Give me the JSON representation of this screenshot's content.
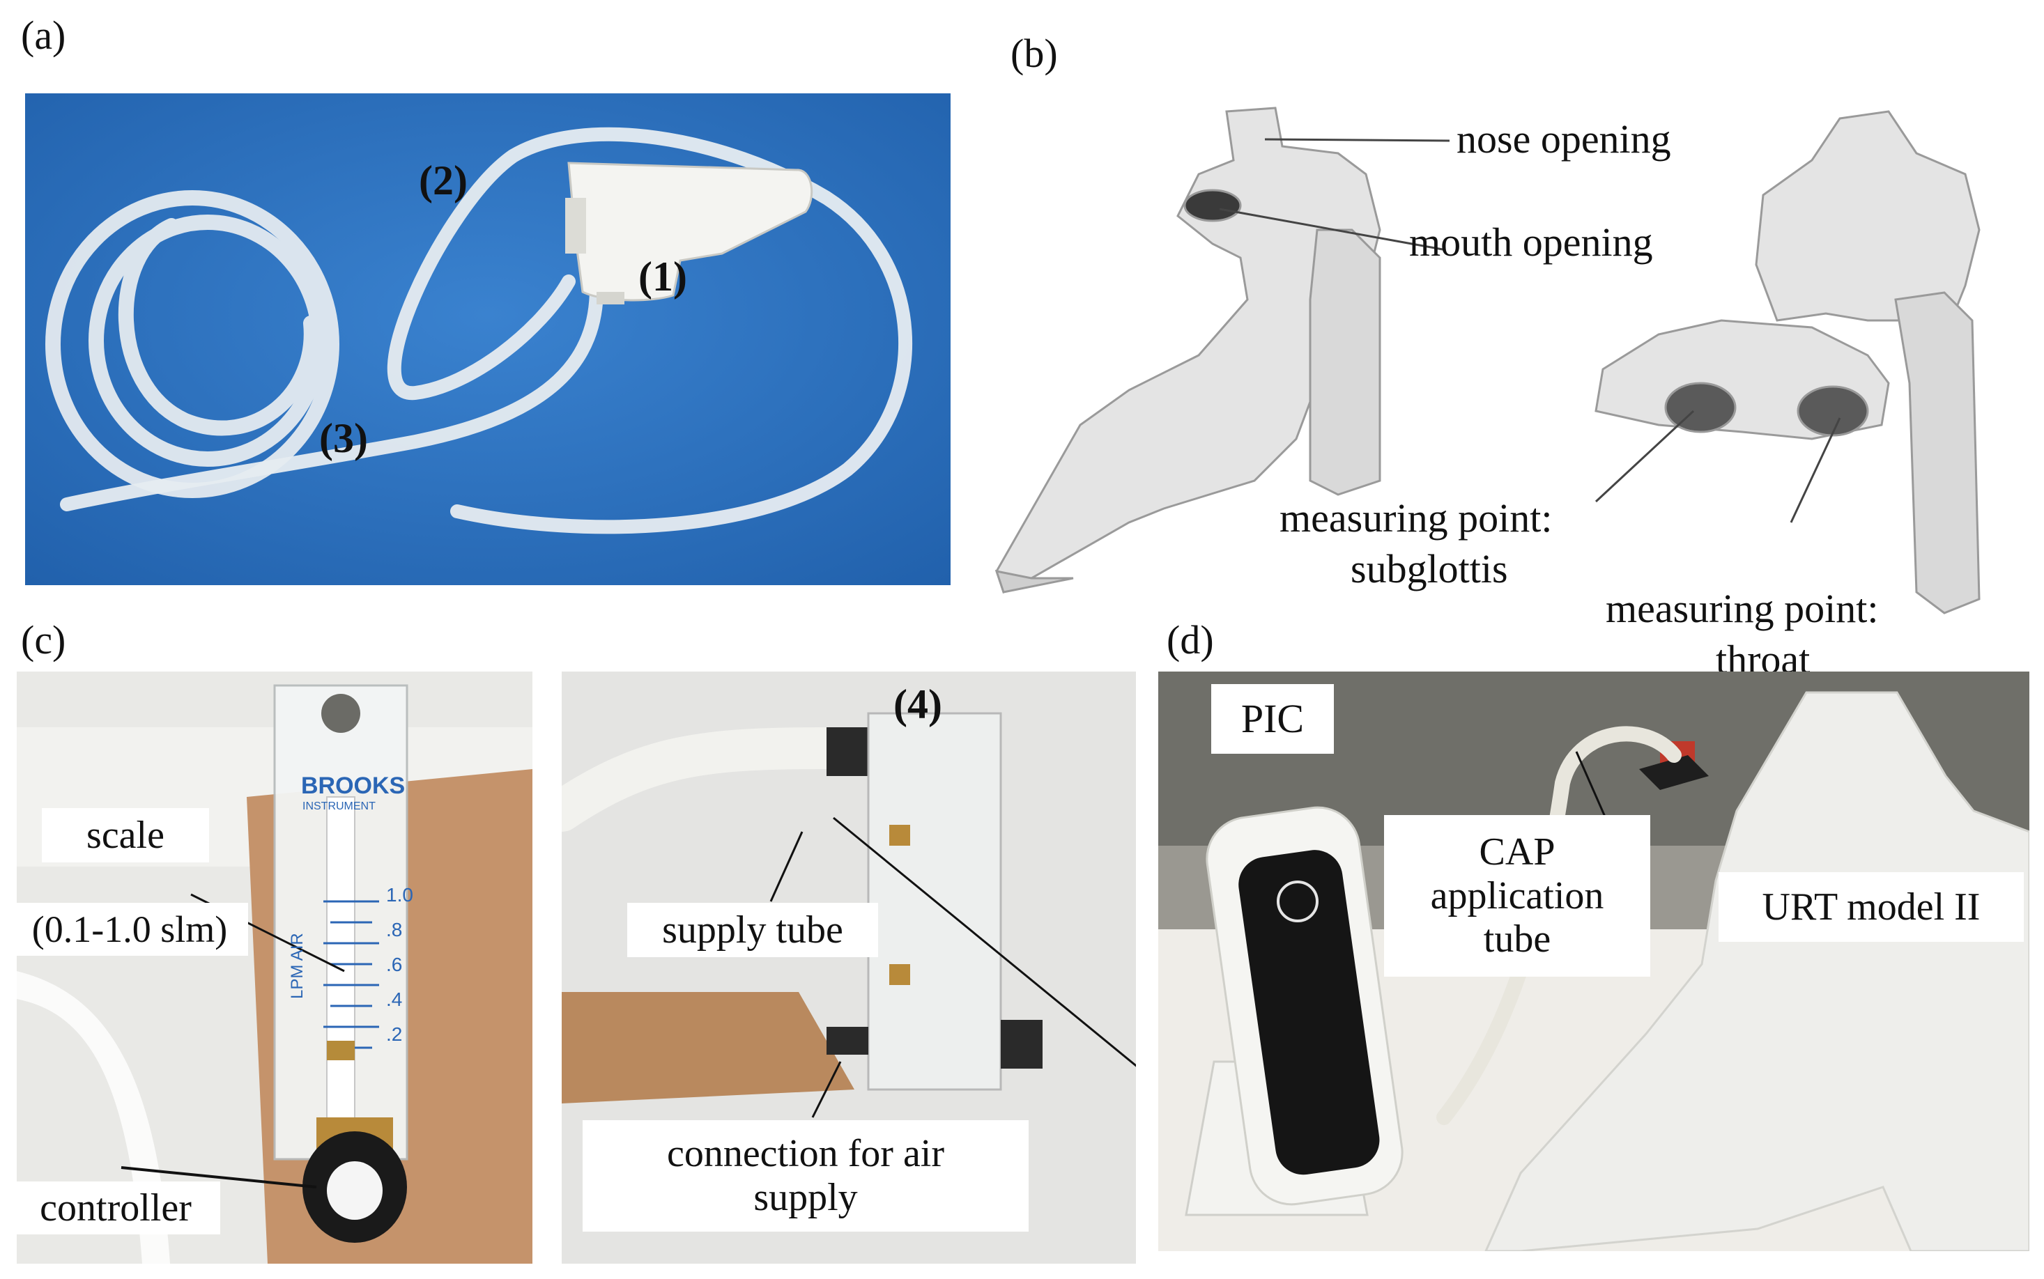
{
  "panels": {
    "a": {
      "label": "(a)",
      "numbers": [
        "(1)",
        "(2)",
        "(3)"
      ]
    },
    "b": {
      "label": "(b)",
      "nose_opening": "nose opening",
      "mouth_opening": "mouth opening",
      "mp_subglottis_line1": "measuring point:",
      "mp_subglottis_line2": "subglottis",
      "mp_throat_line1": "measuring point:",
      "mp_throat_line2": "throat"
    },
    "c": {
      "label": "(c)",
      "scale": "scale",
      "scale_range": "(0.1-1.0 slm)",
      "controller": "controller",
      "number_4": "(4)",
      "supply_tube": "supply tube",
      "connection_line1": "connection for air",
      "connection_line2": "supply",
      "flowmeter_brand": "BROOKS",
      "flowmeter_brand_sub": "INSTRUMENT",
      "flowmeter_ticks": [
        "1.0",
        ".8",
        ".6",
        ".4",
        ".2"
      ],
      "flowmeter_air": "LPM AIR"
    },
    "d": {
      "label": "(d)",
      "pic": "PIC",
      "cap_line1": "CAP",
      "cap_line2": "application",
      "cap_line3": "tube",
      "urt": "URT model II"
    }
  },
  "colors": {
    "blue_background": "#2f74c2",
    "tube": "#e9eef2",
    "device_white": "#f4f4f1",
    "cork": "#c5936b",
    "cad_grey": "#e2e2e2"
  }
}
